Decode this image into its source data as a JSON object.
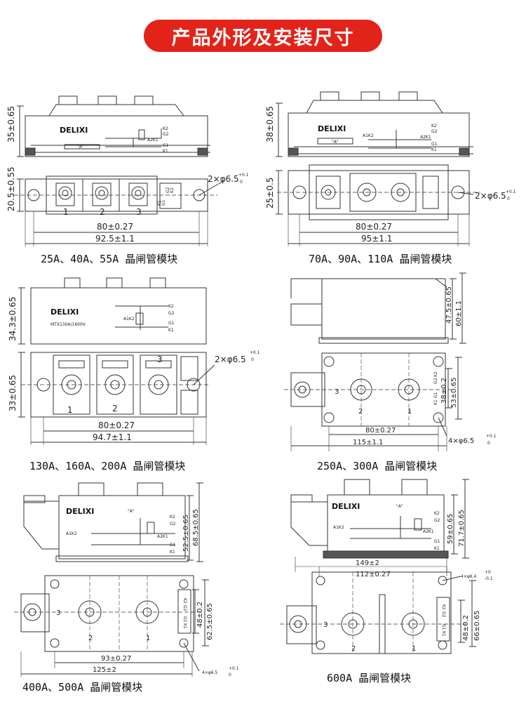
{
  "header": {
    "title": "产品外形及安装尺寸"
  },
  "brand": "DELIXI",
  "modules": [
    {
      "caption": "25A、40A、55A 晶闸管模块",
      "height_dim": "35±0.65",
      "width_dim": "20.5±0.55",
      "hole_dim": "2×φ6.5",
      "tol": "+0.1",
      "tol0": "0",
      "mount_dim": "80±0.27",
      "total_dim": "92.5±1.1",
      "terminals": [
        "1",
        "2",
        "3"
      ],
      "gate_labels": [
        "K1",
        "G1",
        "G2",
        "K2"
      ],
      "aux_labels": [
        "K2",
        "G2",
        "A2K1",
        "G1",
        "K1"
      ],
      "mark": "\"A\""
    },
    {
      "caption": "70A、90A、110A 晶闸管模块",
      "height_dim": "38±0.65",
      "width_dim": "25±0.5",
      "hole_dim": "2×φ6.5",
      "tol": "+0.1",
      "tol0": "0",
      "mount_dim": "80±0.27",
      "total_dim": "95±1.1",
      "aux_labels": [
        "K2",
        "G2",
        "A1K2",
        "A2K1",
        "G1",
        "K1"
      ],
      "mark": "\"A\""
    },
    {
      "caption": "130A、160A、200A 晶闸管模块",
      "height_dim": "34.3±0.65",
      "width_dim": "33±0.65",
      "hole_dim": "2×φ6.5",
      "tol": "+0.1",
      "tol0": "0",
      "mount_dim": "80±0.27",
      "total_dim": "94.7±1.1",
      "model": "MTX130A/1600V",
      "terminals": [
        "1",
        "2",
        "3"
      ],
      "aux_labels": [
        "K2",
        "G2",
        "A1K2",
        "G1",
        "K1"
      ]
    },
    {
      "caption": "250A、300A 晶闸管模块",
      "height_dim": "47.5±0.65",
      "height2_dim": "60±1.1",
      "width_dim": "38±0.2",
      "width2_dim": "53±0.65",
      "hole_dim": "4×φ6.5",
      "tol": "+0.1",
      "tol0": "0",
      "mount_dim": "80±0.27",
      "total_dim": "115±1.1",
      "terminals": [
        "3",
        "2",
        "1"
      ],
      "gate_labels": [
        "K2",
        "G2",
        "G1",
        "K1"
      ]
    },
    {
      "caption": "400A、500A 晶闸管模块",
      "height_dim": "52.5±0.65",
      "height2_dim": "68.5±0.65",
      "width_dim": "48±0.2",
      "width2_dim": "62.5±0.65",
      "hole_dim": "4×φ6.5",
      "tol": "+0.1",
      "tol0": "0",
      "mount_dim": "93±0.27",
      "total_dim": "125±2",
      "terminals": [
        "3",
        "2",
        "1"
      ],
      "gate_labels": [
        "K2",
        "G2",
        "G1",
        "K1"
      ],
      "aux_labels": [
        "K2",
        "G2",
        "A1K2",
        "A2K1",
        "G1",
        "K1"
      ],
      "mark": "\"A\""
    },
    {
      "caption": "600A 晶闸管模块",
      "height_dim": "59±0.65",
      "height2_dim": "71.7±0.65",
      "width_dim": "48±0.2",
      "width2_dim": "66±0.65",
      "hole_dim": "4×φ6.4",
      "tol": "+0",
      "tol0": "-0.1",
      "mount_dim": "112±0.27",
      "total_dim": "149±2",
      "terminals": [
        "3",
        "2",
        "1"
      ],
      "gate_labels": [
        "K2",
        "G2",
        "G1",
        "K1"
      ],
      "aux_labels": [
        "K2",
        "G2",
        "A1K2",
        "A2K1",
        "G1",
        "K1"
      ],
      "mark": "\"A\""
    }
  ]
}
